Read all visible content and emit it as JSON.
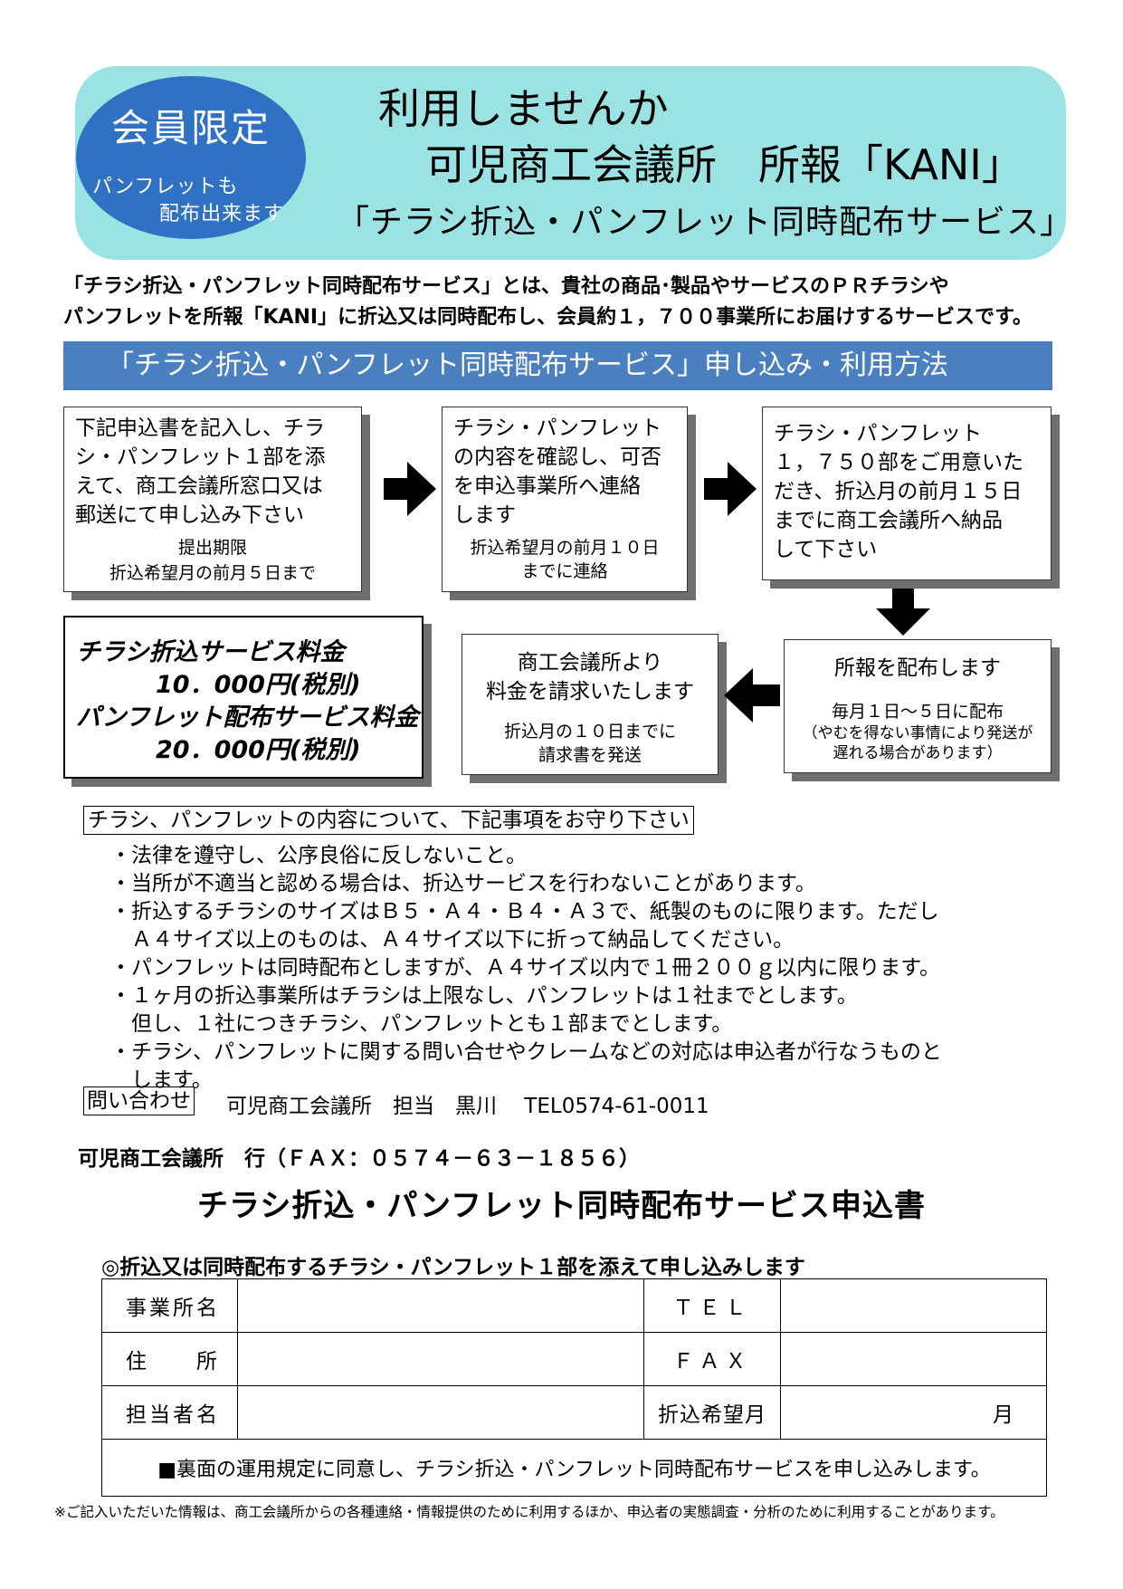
{
  "banner": {
    "badge_main": "会員限定",
    "badge_sub1": "パンフレットも",
    "badge_sub2": "配布出来ます",
    "line1": "利用しませんか",
    "line2": "可児商工会議所　所報「KANI」",
    "line3": "「チラシ折込・パンフレット同時配布サービス」"
  },
  "intro": {
    "line1": "「チラシ折込・パンフレット同時配布サービス」とは、貴社の商品･製品やサービスのＰＲチラシや",
    "line2": "パンフレットを所報「KANI」に折込又は同時配布し、会員約１，７００事業所にお届けするサービスです。"
  },
  "method_title": "「チラシ折込・パンフレット同時配布サービス」申し込み・利用方法",
  "steps": {
    "s1": {
      "l1": "下記申込書を記入し、チラ",
      "l2": "シ・パンフレット１部を添",
      "l3": "えて、商工会議所窓口又は",
      "l4": "郵送にて申し込み下さい",
      "c1": "提出期限",
      "c2": "折込希望月の前月５日まで"
    },
    "s2": {
      "l1": "チラシ・パンフレット",
      "l2": "の内容を確認し、可否",
      "l3": "を申込事業所へ連絡",
      "l4": "します",
      "c1": "折込希望月の前月１０日",
      "c2": "までに連絡"
    },
    "s3": {
      "l1": "チラシ・パンフレット",
      "l2": "１，７５０部をご用意いた",
      "l3": "だき、折込月の前月１５日",
      "l4": "までに商工会議所へ納品",
      "l5": "して下さい"
    },
    "s4": {
      "l1": "所報を配布します",
      "c1": "毎月１日～５日に配布",
      "c2": "（やむを得ない事情により発送が",
      "c3": "遅れる場合があります）"
    },
    "s5": {
      "l1": "商工会議所より",
      "l2": "料金を請求いたします",
      "c1": "折込月の１０日までに",
      "c2": "請求書を発送"
    }
  },
  "fees": {
    "l1": "チラシ折込サービス料金",
    "l2": "10．000円(税別)",
    "l3": "パンフレット配布サービス料金",
    "l4": "20．000円(税別)"
  },
  "notes": {
    "heading": "チラシ、パンフレットの内容について、下記事項をお守り下さい",
    "n1": "・法律を遵守し、公序良俗に反しないこと。",
    "n2": "・当所が不適当と認める場合は、折込サービスを行わないことがあります。",
    "n3": "・折込するチラシのサイズはＢ５・Ａ４・Ｂ４・Ａ３で、紙製のものに限ります。ただし",
    "n3b": "　Ａ４サイズ以上のものは、Ａ４サイズ以下に折って納品してください。",
    "n4": "・パンフレットは同時配布としますが、Ａ４サイズ以内で１冊２００ｇ以内に限ります。",
    "n5": "・１ヶ月の折込事業所はチラシは上限なし、パンフレットは１社までとします。",
    "n5b": "　但し、１社につきチラシ、パンフレットとも１部までとします。",
    "n6": "・チラシ、パンフレットに関する問い合せやクレームなどの対応は申込者が行なうものと",
    "n6b": "　します。"
  },
  "contact": {
    "label": "問い合わせ",
    "text": "可児商工会議所　担当　黒川　 TEL0574-61-0011"
  },
  "fax_line": "可児商工会議所　行（ＦＡＸ：０５７４－６３－１８５６）",
  "form": {
    "title": "チラシ折込・パンフレット同時配布サービス申込書",
    "note": "◎折込又は同時配布するチラシ・パンフレット１部を添えて申し込みします",
    "f1": "事業所名",
    "f2": "住　　所",
    "f3": "担当者名",
    "g1": "ＴＥＬ",
    "g2": "ＦＡＸ",
    "g3": "折込希望月",
    "month": "月",
    "agree": "■裏面の運用規定に同意し、チラシ折込・パンフレット同時配布サービスを申し込みします。"
  },
  "footer": "※ご記入いただいた情報は、商工会議所からの各種連絡・情報提供のために利用するほか、申込者の実態調査・分析のために利用することがあります。"
}
